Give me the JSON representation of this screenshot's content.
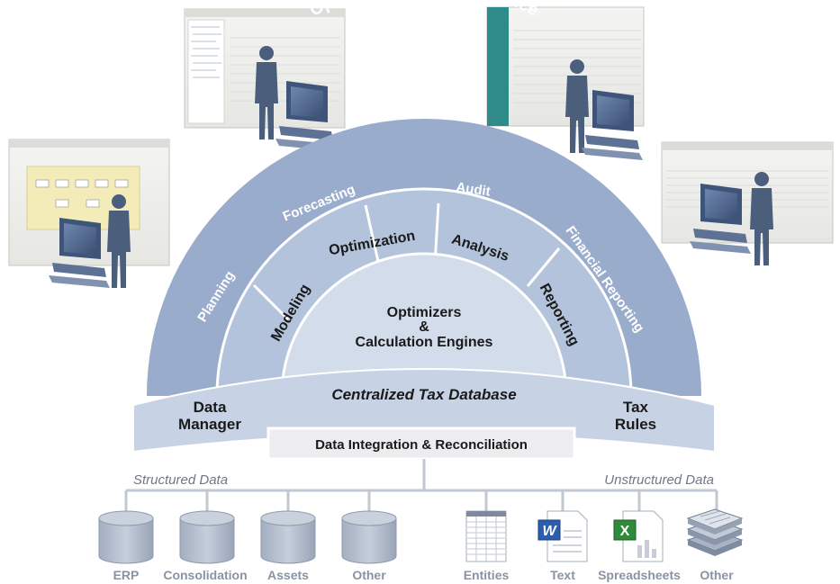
{
  "diagram": {
    "outer_title": "Optimizing Tax Performance",
    "outer_labels": {
      "planning": "Planning",
      "forecasting": "Forecasting",
      "audit": "Audit",
      "financial_reporting": "Financial Reporting"
    },
    "middle_labels": {
      "modeling": "Modeling",
      "optimization": "Optimization",
      "analysis": "Analysis",
      "reporting": "Reporting"
    },
    "core": {
      "line1": "Optimizers",
      "line2": "&",
      "line3": "Calculation Engines"
    },
    "database": {
      "title": "Centralized Tax Database",
      "data_manager_1": "Data",
      "data_manager_2": "Manager",
      "tax_rules_1": "Tax",
      "tax_rules_2": "Rules"
    },
    "integration": "Data Integration & Reconciliation",
    "structured_label": "Structured Data",
    "unstructured_label": "Unstructured Data",
    "sources": {
      "erp": "ERP",
      "consolidation": "Consolidation",
      "assets": "Assets",
      "other_structured": "Other",
      "entities": "Entities",
      "text": "Text",
      "spreadsheets": "Spreadsheets",
      "other_unstructured": "Other"
    },
    "colors": {
      "outer_band": "#9aaccc",
      "inner_band": "#b4c3dc",
      "core": "#d3dcea",
      "base": "#c7d3e5",
      "connector": "#c2c8d2",
      "silhouette": "#4b5f7d",
      "label_gray": "#8a93a3"
    },
    "icons": [
      "person-silhouette-icon",
      "computer-monitor-icon",
      "database-cylinder-icon",
      "table-grid-icon",
      "word-document-icon",
      "excel-spreadsheet-icon",
      "document-stack-icon"
    ]
  }
}
